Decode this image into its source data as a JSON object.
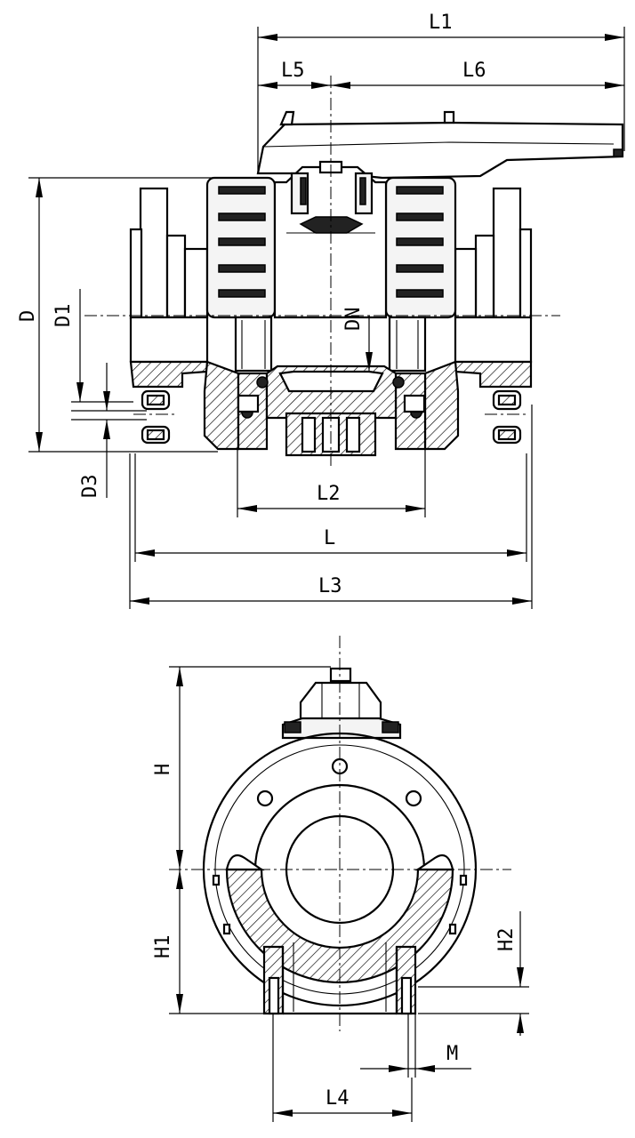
{
  "labels": {
    "L1": "L1",
    "L5": "L5",
    "L6": "L6",
    "D": "D",
    "D1": "D1",
    "DN": "DN",
    "D3": "D3",
    "L2": "L2",
    "L": "L",
    "L3": "L3",
    "H": "H",
    "H1": "H1",
    "H2": "H2",
    "M": "M",
    "L4": "L4"
  },
  "colors": {
    "line": "#000000",
    "background": "#ffffff"
  }
}
